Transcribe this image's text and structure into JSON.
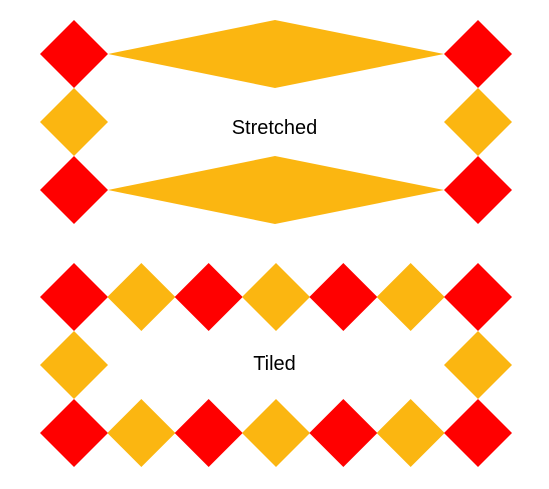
{
  "colors": {
    "red": "#ff0000",
    "gold": "#fbb611",
    "background": "#ffffff",
    "text": "#000000"
  },
  "stretched": {
    "label": "Stretched",
    "corner_color": "red",
    "edge_color": "gold",
    "pattern": "stretched"
  },
  "tiled": {
    "label": "Tiled",
    "corner_color": "red",
    "edge_color": "gold",
    "pattern": "tiled"
  }
}
